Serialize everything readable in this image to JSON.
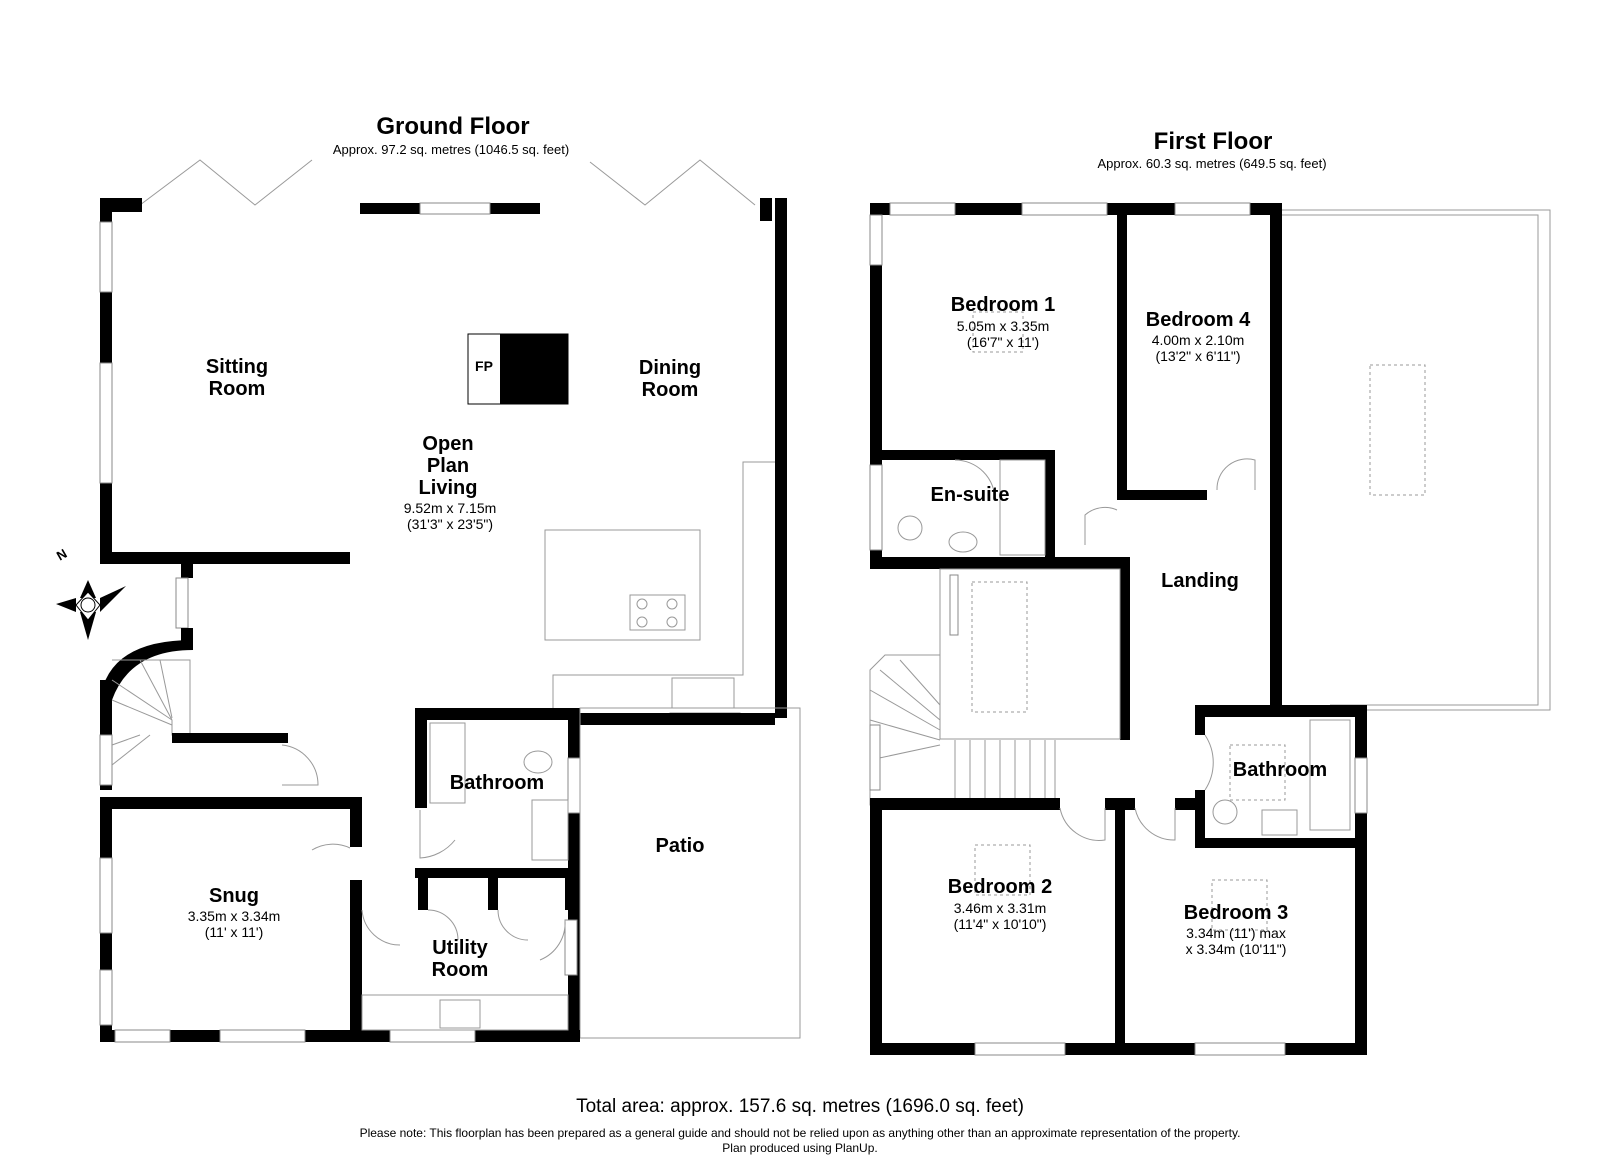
{
  "ground_floor": {
    "title": "Ground Floor",
    "area": "Approx. 97.2 sq. metres (1046.5 sq. feet)",
    "rooms": {
      "sitting_room": "Sitting\nRoom",
      "dining_room": "Dining\nRoom",
      "open_plan": "Open\nPlan\nLiving",
      "open_plan_dims": "9.52m x 7.15m\n(31'3\" x 23'5\")",
      "fireplace": "FP",
      "bathroom": "Bathroom",
      "patio": "Patio",
      "snug": "Snug",
      "snug_dims": "3.35m x 3.34m\n(11' x 11')",
      "utility": "Utility\nRoom"
    },
    "compass": "N"
  },
  "first_floor": {
    "title": "First Floor",
    "area": "Approx. 60.3 sq. metres (649.5 sq. feet)",
    "rooms": {
      "bedroom1": "Bedroom 1",
      "bedroom1_dims": "5.05m x 3.35m\n(16'7\" x 11')",
      "bedroom4": "Bedroom 4",
      "bedroom4_dims": "4.00m x 2.10m\n(13'2\" x 6'11\")",
      "ensuite": "En-suite",
      "landing": "Landing",
      "bathroom": "Bathroom",
      "bedroom2": "Bedroom 2",
      "bedroom2_dims": "3.46m x 3.31m\n(11'4\" x 10'10\")",
      "bedroom3": "Bedroom 3",
      "bedroom3_dims": "3.34m (11') max\nx 3.34m (10'11\")"
    }
  },
  "footer": {
    "total": "Total area: approx. 157.6 sq. metres (1696.0 sq. feet)",
    "note": "Please note: This floorplan has been prepared as a general guide and should not be relied upon as anything other than an approximate representation of the property.",
    "credit": "Plan produced using PlanUp."
  }
}
